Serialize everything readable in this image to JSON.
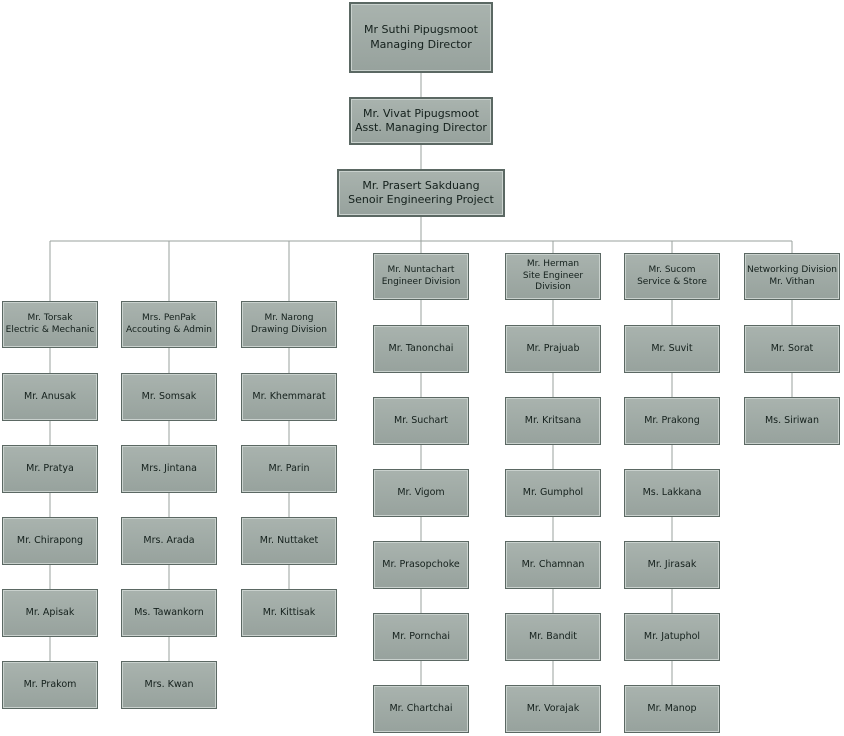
{
  "org": {
    "top": [
      {
        "id": "md",
        "label": "Mr Suthi Pipugsmoot\nManaging Director"
      },
      {
        "id": "amd",
        "label": "Mr. Vivat Pipugsmoot\nAsst. Managing Director"
      },
      {
        "id": "sep",
        "label": "Mr. Prasert Sakduang\nSenoir Engineering Project"
      }
    ],
    "divisions": [
      {
        "head": "Mr. Torsak\nElectric & Mechanic",
        "members": [
          "Mr. Anusak",
          "Mr. Pratya",
          "Mr. Chirapong",
          "Mr. Apisak",
          "Mr. Prakom"
        ]
      },
      {
        "head": "Mrs. PenPak\nAccouting & Admin",
        "members": [
          "Mr. Somsak",
          "Mrs. Jintana",
          "Mrs. Arada",
          "Ms. Tawankorn",
          "Mrs. Kwan"
        ]
      },
      {
        "head": "Mr. Narong\nDrawing Division",
        "members": [
          "Mr. Khemmarat",
          "Mr. Parin",
          "Mr. Nuttaket",
          "Mr. Kittisak"
        ]
      },
      {
        "head": "Mr. Nuntachart\nEngineer Division",
        "members": [
          "Mr. Tanonchai",
          "Mr. Suchart",
          "Mr. Vigom",
          "Mr. Prasopchoke",
          "Mr. Pornchai",
          "Mr. Chartchai"
        ]
      },
      {
        "head": "Mr. Herman\nSite Engineer\nDivision",
        "members": [
          "Mr. Prajuab",
          "Mr. Kritsana",
          "Mr. Gumphol",
          "Mr. Chamnan",
          "Mr. Bandit",
          "Mr. Vorajak"
        ]
      },
      {
        "head": "Mr. Sucom\nService & Store",
        "members": [
          "Mr. Suvit",
          "Mr. Prakong",
          "Ms. Lakkana",
          "Mr. Jirasak",
          "Mr. Jatuphol",
          "Mr. Manop"
        ]
      },
      {
        "head": "Networking Division\nMr. Vithan",
        "members": [
          "Mr. Sorat",
          "Ms. Siriwan"
        ]
      }
    ]
  }
}
